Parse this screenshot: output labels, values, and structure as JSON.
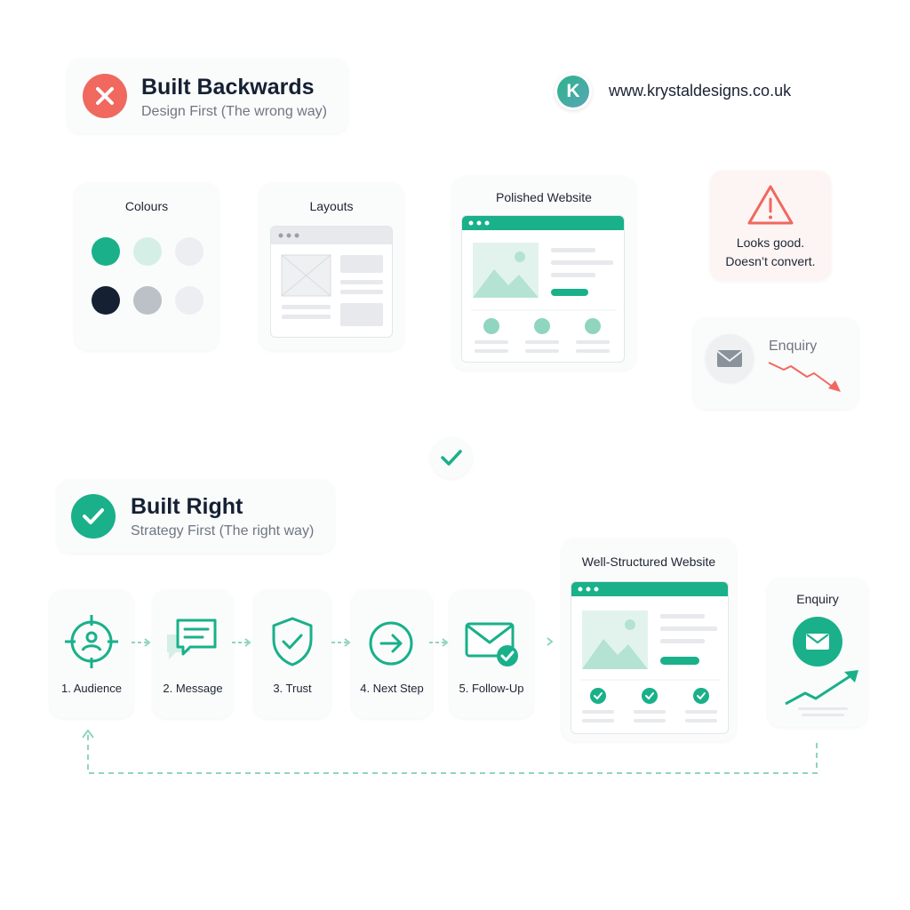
{
  "colors": {
    "teal": "#19b08a",
    "teal_light": "#d5efe6",
    "red": "#f0685e",
    "navy": "#162033",
    "grey": "#bcc1c8",
    "grey_light": "#eceef1"
  },
  "header": {
    "wrong": {
      "title": "Built Backwards",
      "subtitle": "Design First (The wrong way)",
      "icon": "close-icon"
    },
    "brand": {
      "logo_letter": "K",
      "url": "www.krystaldesigns.co.uk"
    }
  },
  "backwards": {
    "colours_title": "Colours",
    "layouts_title": "Layouts",
    "polished_title": "Polished Website",
    "warning_line1": "Looks good.",
    "warning_line2": "Doesn’t convert.",
    "enquiry_label": "Enquiry"
  },
  "right": {
    "title": "Built Right",
    "subtitle": "Strategy First (The right way)",
    "icon": "check-icon",
    "steps": [
      {
        "label": "1. Audience",
        "icon": "target-user-icon"
      },
      {
        "label": "2. Message",
        "icon": "message-icon"
      },
      {
        "label": "3. Trust",
        "icon": "shield-check-icon"
      },
      {
        "label": "4. Next Step",
        "icon": "arrow-circle-icon"
      },
      {
        "label": "5. Follow-Up",
        "icon": "mail-check-icon"
      }
    ],
    "website_title": "Well-Structured Website",
    "enquiry_title": "Enquiry"
  }
}
